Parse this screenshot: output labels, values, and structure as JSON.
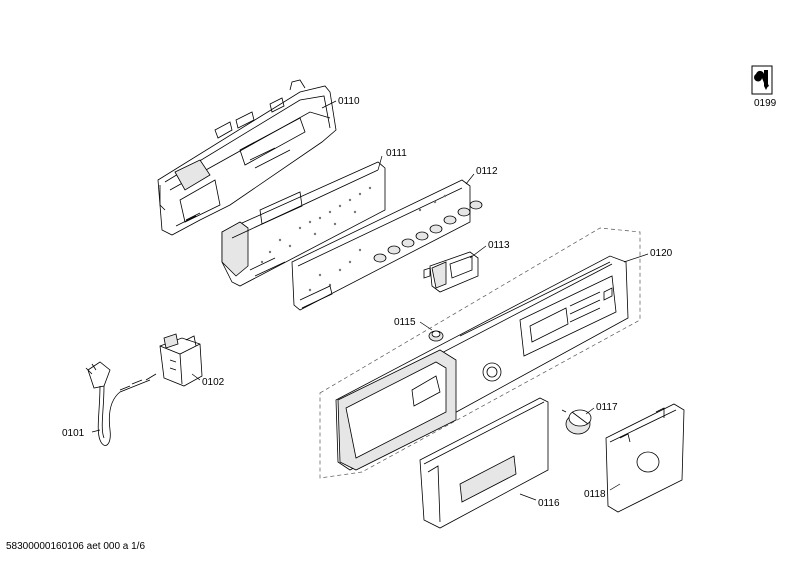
{
  "parts": [
    {
      "id": "p0110",
      "number": "0110"
    },
    {
      "id": "p0111",
      "number": "0111"
    },
    {
      "id": "p0112",
      "number": "0112"
    },
    {
      "id": "p0113",
      "number": "0113"
    },
    {
      "id": "p0115",
      "number": "0115"
    },
    {
      "id": "p0120",
      "number": "0120"
    },
    {
      "id": "p0102",
      "number": "0102"
    },
    {
      "id": "p0101",
      "number": "0101"
    },
    {
      "id": "p0117",
      "number": "0117"
    },
    {
      "id": "p0116",
      "number": "0116"
    },
    {
      "id": "p0118",
      "number": "0118"
    },
    {
      "id": "p0199",
      "number": "0199"
    }
  ],
  "footer": "58300000160106 aet 000 a 1/6",
  "icons": {
    "tools": "wrench-screwdriver-icon"
  }
}
